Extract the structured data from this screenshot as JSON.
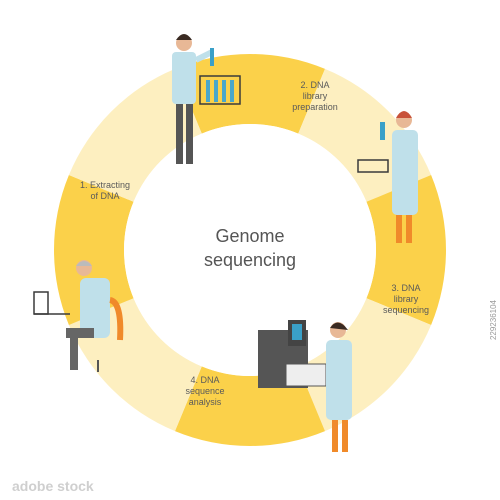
{
  "title_lines": [
    "Genome",
    "sequencing"
  ],
  "steps": [
    {
      "label": "1. Extracting\nof DNA"
    },
    {
      "label": "2. DNA\nlibrary\npreparation"
    },
    {
      "label": "3. DNA\nlibrary\nsequencing"
    },
    {
      "label": "4. DNA\nsequence\nanalysis"
    }
  ],
  "stock_id": "229236104",
  "watermark": "adobe stock",
  "colors": {
    "yellow": "#fbd14a",
    "pale": "#fdefc0",
    "white": "#ffffff",
    "text": "#555555",
    "coat": "#bfe0ea",
    "dark": "#3a3a3a"
  },
  "icons": [
    "scientist-pipette-icon",
    "scientist-tube-icon",
    "scientist-laptop-icon",
    "scientist-sequencer-icon"
  ]
}
